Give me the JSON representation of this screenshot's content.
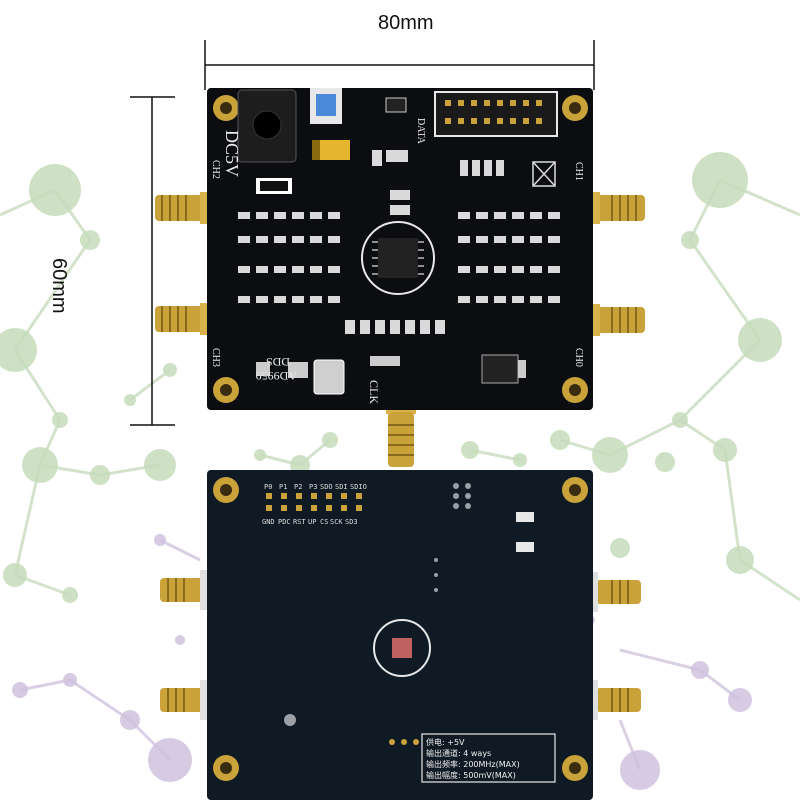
{
  "dimensions": {
    "width_label": "80mm",
    "height_label": "60mm"
  },
  "top_board": {
    "power_label": "DC5V",
    "data_label": "DATA",
    "chip_label_1": "AD9959",
    "chip_label_2": "DDS",
    "clk_label": "CLK",
    "channels": [
      "CH2",
      "CH3",
      "CH1",
      "CH0"
    ]
  },
  "bottom_board": {
    "pin_row_top": [
      "P0",
      "P1",
      "P2",
      "P3",
      "SDO",
      "SDI",
      "SDIO"
    ],
    "pin_row_bottom": [
      "GND",
      "PDC",
      "RST",
      "UP",
      "CS",
      "SCK",
      "SD3"
    ],
    "spec_lines": [
      "供电: +5V",
      "输出通道: 4 ways",
      "输出频率: 200MHz(MAX)",
      "输出幅度: 500mV(MAX)"
    ]
  },
  "colors": {
    "pcb": "#0b0d10",
    "pcb_back": "#0f1a24",
    "gold": "#c9a23a",
    "network_green": "#b7d3a8",
    "network_purple": "#c7b6d6"
  }
}
